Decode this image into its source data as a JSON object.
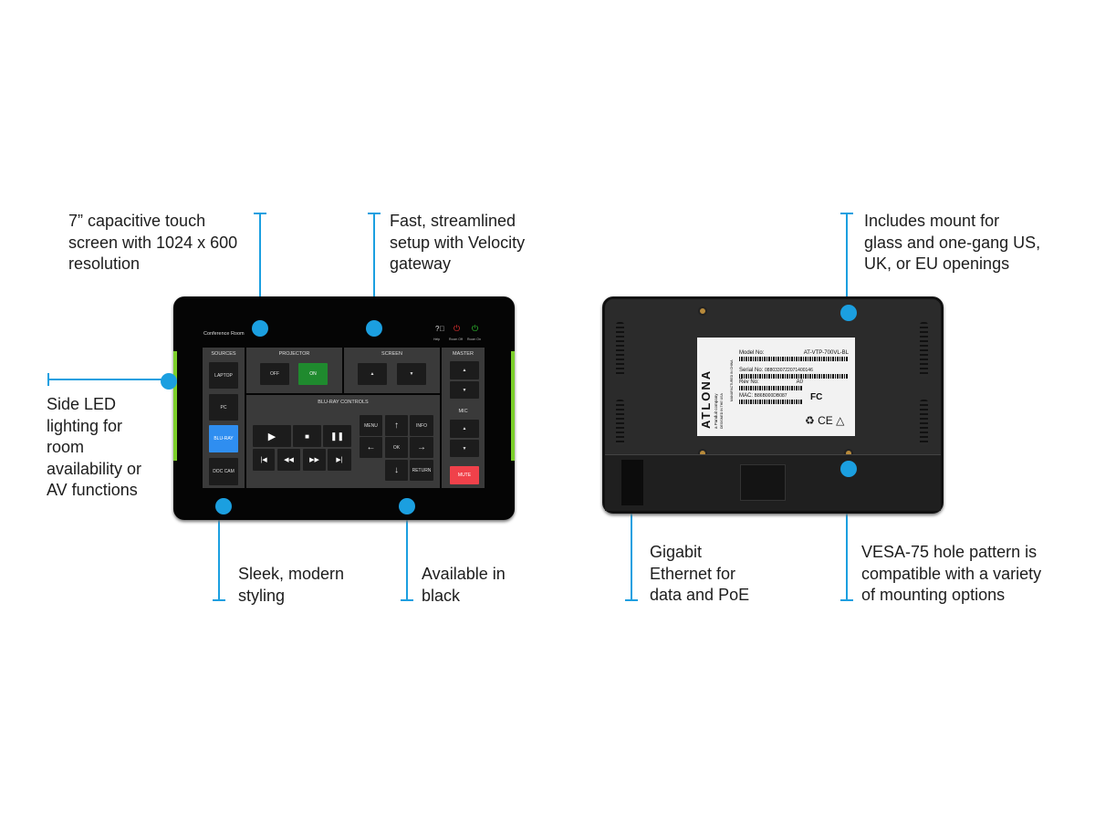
{
  "callouts": {
    "touch": "7” capacitive touch\nscreen with 1024 x 600\nresolution",
    "setup": "Fast, streamlined\nsetup with Velocity\ngateway",
    "led": "Side LED\nlighting for\nroom\navailability or\nAV functions",
    "sleek": "Sleek, modern\nstyling",
    "black": "Available in\nblack",
    "mount": "Includes mount for\nglass and one-gang US,\nUK, or EU openings",
    "ethernet": "Gigabit\nEthernet for\ndata and PoE",
    "vesa": "VESA-75 hole pattern is\ncompatible with a variety\nof mounting options"
  },
  "screen": {
    "room": "Conference Room",
    "top_icons": [
      {
        "label": "Help",
        "icon": "help-icon"
      },
      {
        "label": "Room Off",
        "icon": "power-icon"
      },
      {
        "label": "Room On",
        "icon": "power-icon"
      }
    ],
    "sources": {
      "title": "SOURCES",
      "items": [
        "LAPTOP",
        "PC",
        "BLU-RAY",
        "DOC CAM"
      ]
    },
    "projector": {
      "title": "PROJECTOR",
      "off": "OFF",
      "on": "ON"
    },
    "screen": {
      "title": "SCREEN"
    },
    "master": {
      "title": "MASTER",
      "mic": "MIC",
      "mute": "MUTE"
    },
    "bluray": {
      "title": "BLU-RAY CONTROLS",
      "menu": "MENU",
      "info": "INFO",
      "ok": "OK",
      "return": "RETURN"
    }
  },
  "label": {
    "brand": "ATLONA",
    "sub": "a Panduit company",
    "model_k": "Model No:",
    "model_v": "AT-VTP-700VL-BL",
    "serial_k": "Serial No:",
    "serial_v": "0880330722071400146",
    "rev_k": "Rev No:",
    "rev_v": "A0",
    "mac_k": "MAC:",
    "mac_v": "B86B000DB087",
    "made": "MANUFACTURED IN CHINA",
    "designed": "DESIGNED IN THE USA"
  },
  "colors": {
    "accent": "#1b9fe0",
    "on": "#1f8a2e",
    "selected": "#2f8ef0",
    "mute": "#f0414a",
    "led": "#7ccf2a"
  }
}
